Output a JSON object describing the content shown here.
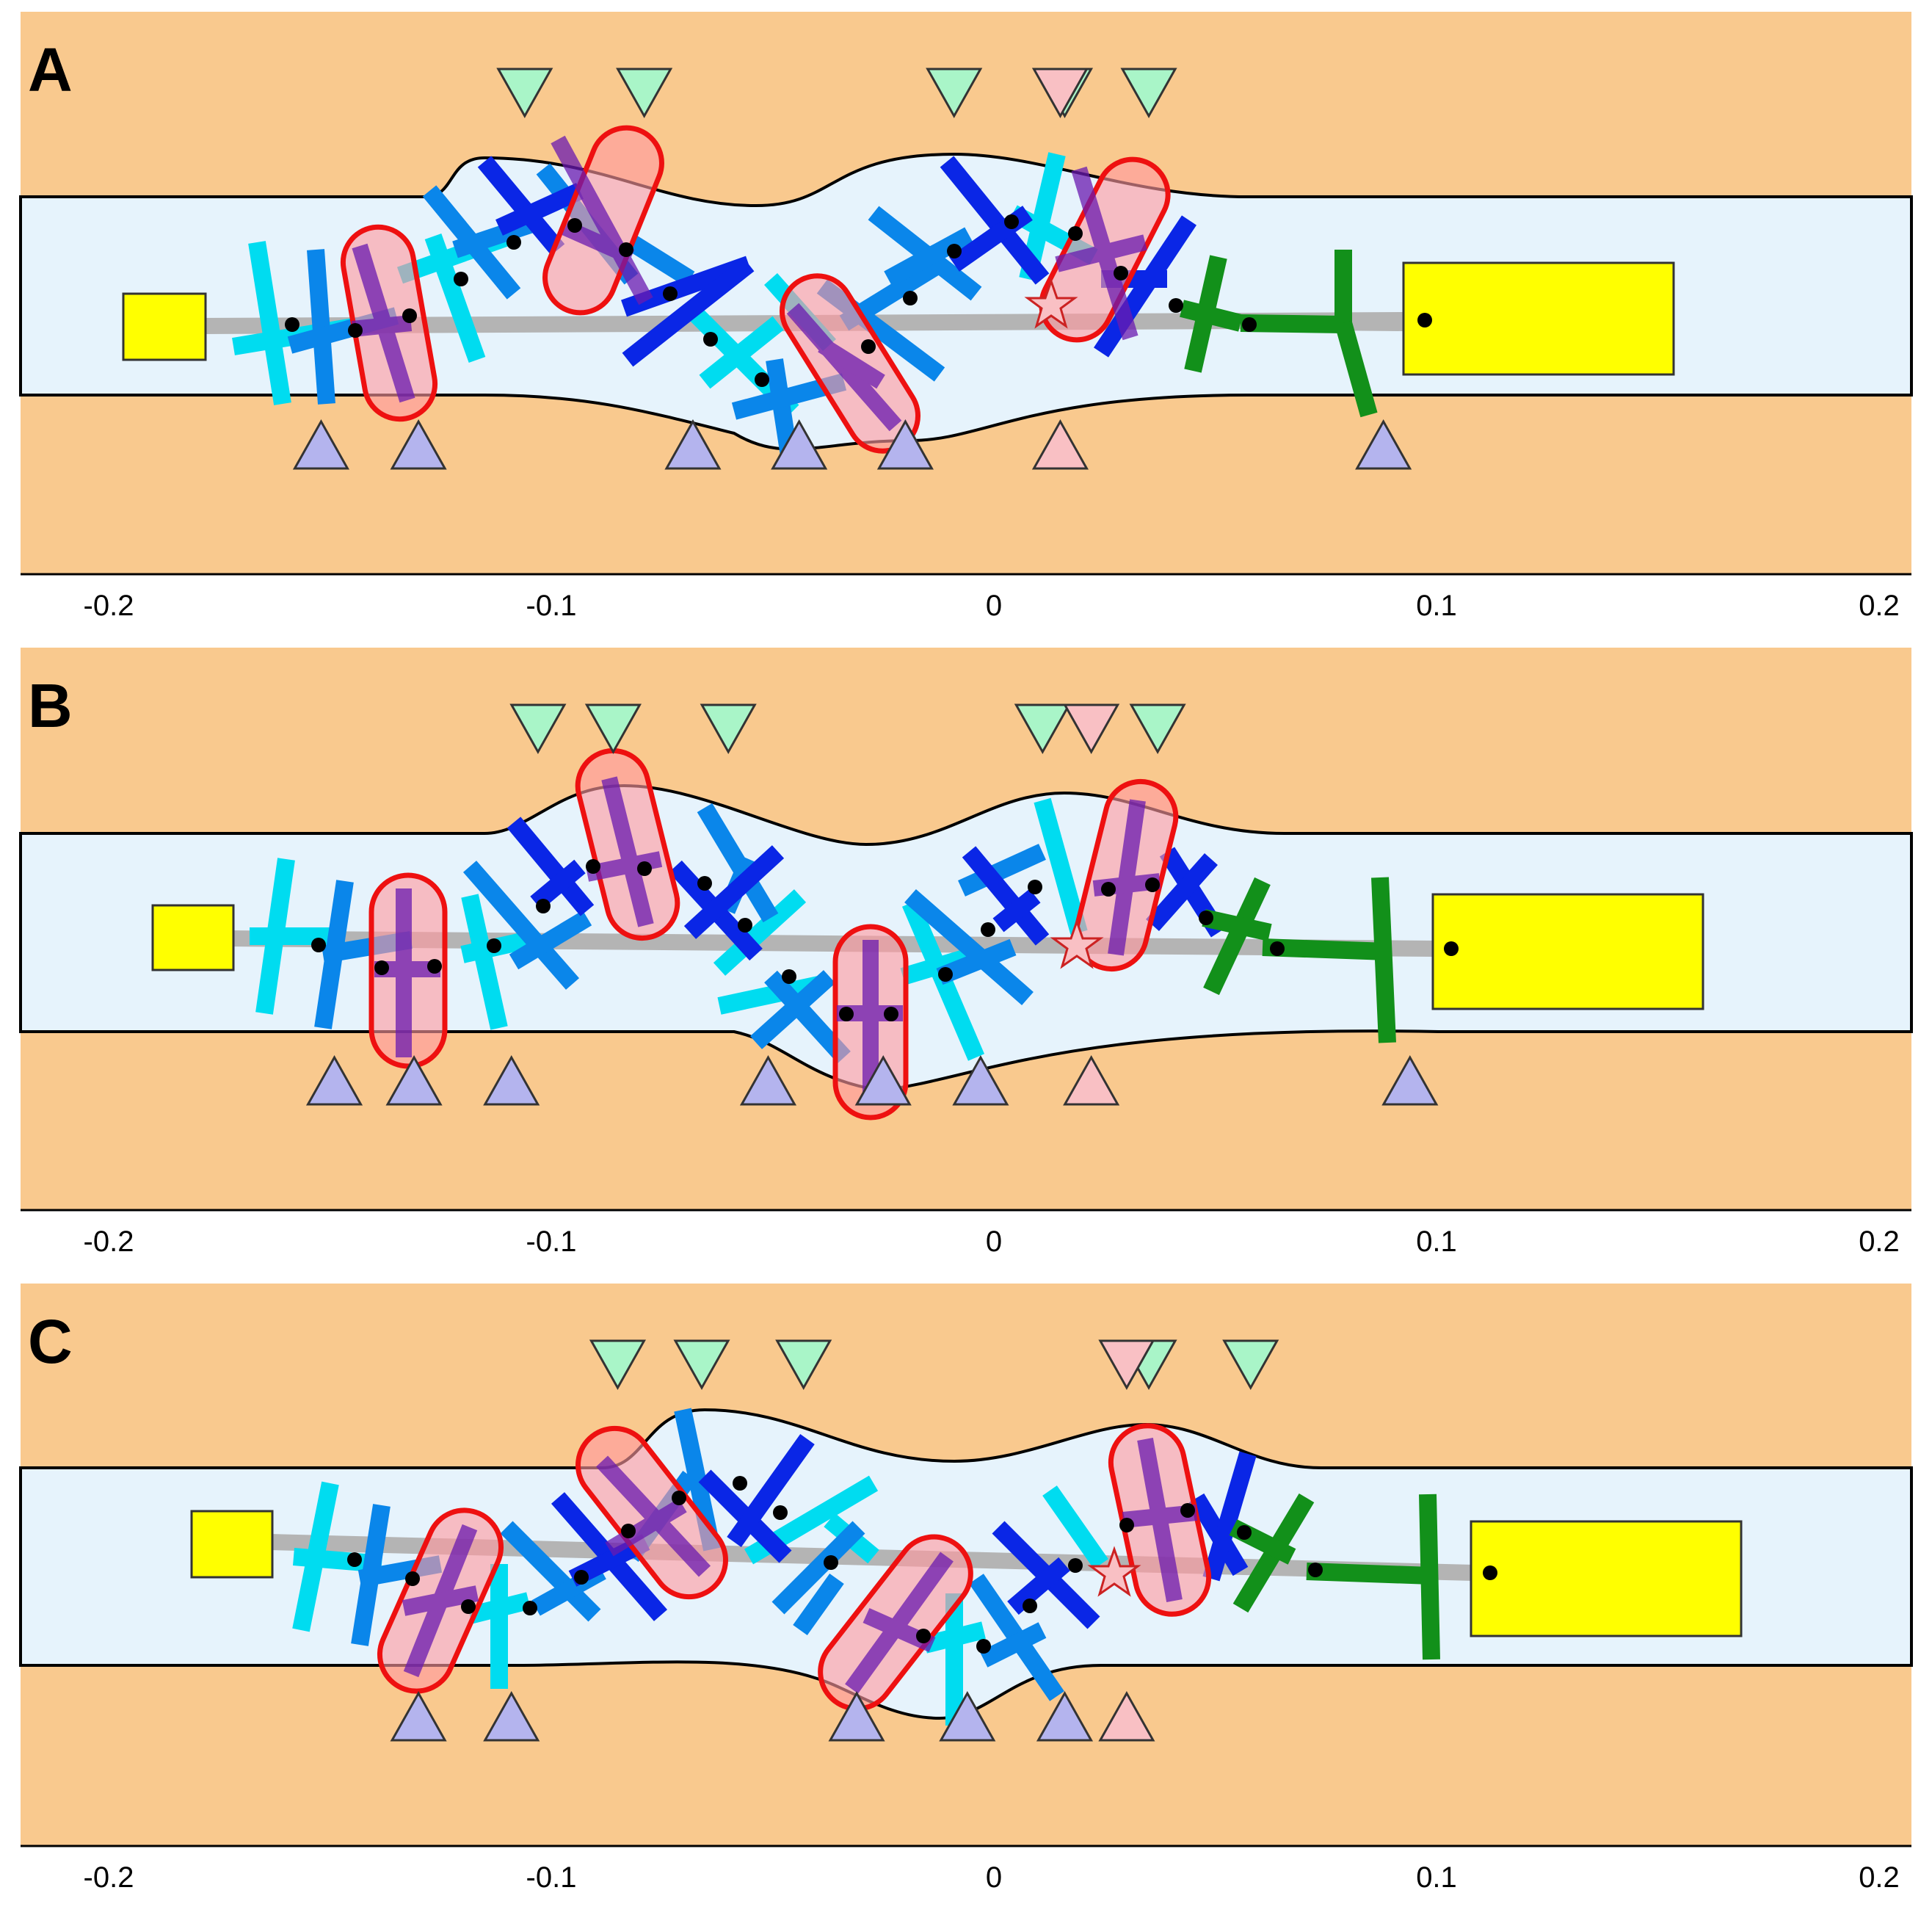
{
  "figure": {
    "colors": {
      "background": "#ffffff",
      "membrane": "#f9c98e",
      "channel": "#e6f3fc",
      "outline": "#000000",
      "backbone": "#b4b4b4",
      "box": "#ffff00",
      "cyan": "#00dcf0",
      "mid_blue": "#0a86ea",
      "dark_blue": "#0a26e6",
      "green": "#12901a",
      "highlight_fill": "#ff9aa0",
      "highlight_stroke": "#ee1010",
      "triangle_green": "#a9f5c8",
      "triangle_lavender": "#b4b4ee",
      "triangle_pink": "#f9c0c4"
    },
    "icons": {
      "top_marker": "down-triangle-icon",
      "bottom_marker": "up-triangle-icon",
      "star": "star-icon"
    },
    "panels": [
      {
        "label": "A",
        "axis": {
          "min": -0.2,
          "max": 0.2,
          "ticks": [
            "-0.2",
            "-0.1",
            "0",
            "0.1",
            "0.2"
          ]
        },
        "top_markers": [
          {
            "x": -0.106,
            "color": "green"
          },
          {
            "x": -0.079,
            "color": "green"
          },
          {
            "x": -0.009,
            "color": "green"
          },
          {
            "x": 0.016,
            "color": "green"
          },
          {
            "x": 0.015,
            "color": "pink"
          },
          {
            "x": 0.035,
            "color": "green"
          }
        ],
        "bottom_markers": [
          {
            "x": -0.152,
            "color": "lavender"
          },
          {
            "x": -0.13,
            "color": "lavender"
          },
          {
            "x": -0.068,
            "color": "lavender"
          },
          {
            "x": -0.044,
            "color": "lavender"
          },
          {
            "x": -0.02,
            "color": "lavender"
          },
          {
            "x": 0.015,
            "color": "pink"
          },
          {
            "x": 0.088,
            "color": "lavender"
          }
        ]
      },
      {
        "label": "B",
        "axis": {
          "min": -0.2,
          "max": 0.2,
          "ticks": [
            "-0.2",
            "-0.1",
            "0",
            "0.1",
            "0.2"
          ]
        },
        "top_markers": [
          {
            "x": -0.103,
            "color": "green"
          },
          {
            "x": -0.086,
            "color": "green"
          },
          {
            "x": -0.06,
            "color": "green"
          },
          {
            "x": 0.011,
            "color": "green"
          },
          {
            "x": 0.022,
            "color": "pink"
          },
          {
            "x": 0.037,
            "color": "green"
          }
        ],
        "bottom_markers": [
          {
            "x": -0.149,
            "color": "lavender"
          },
          {
            "x": -0.131,
            "color": "lavender"
          },
          {
            "x": -0.109,
            "color": "lavender"
          },
          {
            "x": -0.051,
            "color": "lavender"
          },
          {
            "x": -0.025,
            "color": "lavender"
          },
          {
            "x": -0.003,
            "color": "lavender"
          },
          {
            "x": 0.022,
            "color": "pink"
          },
          {
            "x": 0.094,
            "color": "lavender"
          }
        ]
      },
      {
        "label": "C",
        "axis": {
          "min": -0.2,
          "max": 0.2,
          "ticks": [
            "-0.2",
            "-0.1",
            "0",
            "0.1",
            "0.2"
          ]
        },
        "top_markers": [
          {
            "x": -0.085,
            "color": "green"
          },
          {
            "x": -0.066,
            "color": "green"
          },
          {
            "x": -0.043,
            "color": "green"
          },
          {
            "x": 0.035,
            "color": "green"
          },
          {
            "x": 0.03,
            "color": "pink"
          },
          {
            "x": 0.058,
            "color": "green"
          }
        ],
        "bottom_markers": [
          {
            "x": -0.13,
            "color": "lavender"
          },
          {
            "x": -0.109,
            "color": "lavender"
          },
          {
            "x": -0.031,
            "color": "lavender"
          },
          {
            "x": -0.006,
            "color": "lavender"
          },
          {
            "x": 0.016,
            "color": "lavender"
          },
          {
            "x": 0.03,
            "color": "pink"
          }
        ]
      }
    ]
  }
}
